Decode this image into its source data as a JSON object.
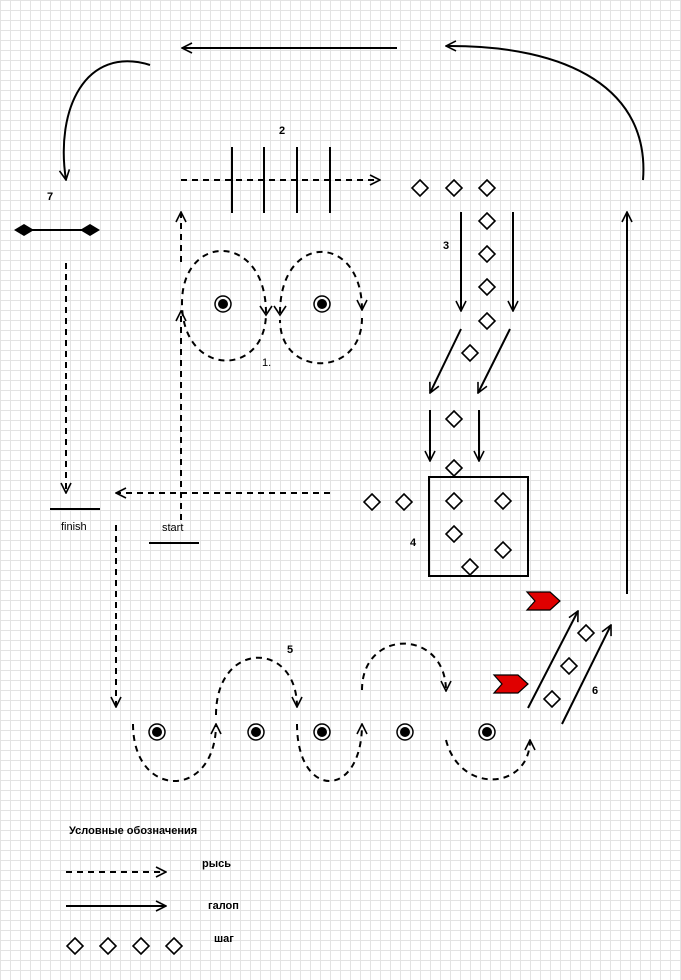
{
  "labels": {
    "route_1": "1.",
    "route_2": "2",
    "route_3": "3",
    "route_4": "4",
    "route_5": "5",
    "route_6": "6",
    "route_7": "7",
    "start": "start",
    "finish": "finish"
  },
  "legend": {
    "title": "Условные обозначения",
    "trot": "рысь",
    "canter": "галоп",
    "walk": "шаг"
  },
  "colors": {
    "line": "#000000",
    "flag": "#e00000",
    "grid": "#e3e3e3"
  }
}
